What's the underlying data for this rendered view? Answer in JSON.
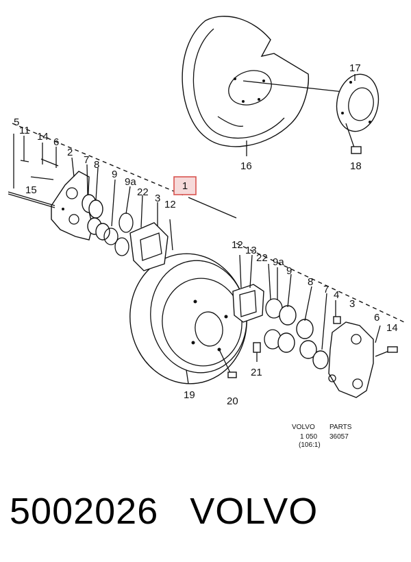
{
  "callouts": {
    "c1": "1",
    "c2": "2",
    "c3a": "3",
    "c3b": "3",
    "c4": "4",
    "c5": "5",
    "c6a": "6",
    "c6b": "6",
    "c7a": "7",
    "c7b": "7",
    "c8a": "8",
    "c8b": "8",
    "c9a": "9",
    "c9b": "9",
    "c9aa": "9a",
    "c9ab": "9a",
    "c11": "11",
    "c12a": "12",
    "c12b": "12",
    "c13": "13",
    "c14a": "14",
    "c14b": "14",
    "c15": "15",
    "c16": "16",
    "c17": "17",
    "c18": "18",
    "c19": "19",
    "c20": "20",
    "c21": "21",
    "c22a": "22",
    "c22b": "22"
  },
  "note": {
    "brand": "VOLVO",
    "parts": "PARTS",
    "code": "1 050",
    "sub": "(106:1)",
    "number": "36057"
  },
  "caption": {
    "part_number": "5002026",
    "brand": "VOLVO"
  },
  "colors": {
    "highlight": "#d9534f",
    "highlight_fill": "#f6dada"
  }
}
